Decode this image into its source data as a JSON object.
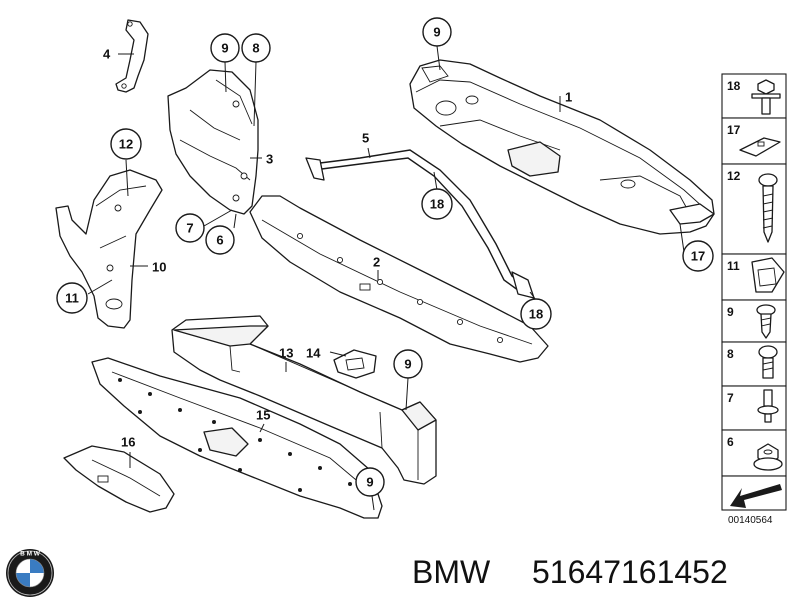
{
  "diagram": {
    "callouts": {
      "c9a": "9",
      "c8a": "8",
      "c9b": "9",
      "c5": "5",
      "c1": "1",
      "c4": "4",
      "c3": "3",
      "c12": "12",
      "c18a": "18",
      "c7": "7",
      "c6": "6",
      "c2": "2",
      "c10": "10",
      "c11": "11",
      "c17": "17",
      "c18b": "18",
      "c13": "13",
      "c14": "14",
      "c9c": "9",
      "c15": "15",
      "c16": "16",
      "c9d": "9"
    },
    "legend": [
      {
        "number": "18",
        "icon": "bolt-flange-icon"
      },
      {
        "number": "17",
        "icon": "clip-plate-icon"
      },
      {
        "number": "12",
        "icon": "long-screw-icon"
      },
      {
        "number": "11",
        "icon": "spring-nut-icon"
      },
      {
        "number": "9",
        "icon": "tapping-screw-icon"
      },
      {
        "number": "8",
        "icon": "hex-socket-screw-icon"
      },
      {
        "number": "7",
        "icon": "rivet-icon"
      },
      {
        "number": "6",
        "icon": "hex-nut-icon"
      },
      {
        "number": "",
        "icon": "arrow-shape-icon"
      }
    ],
    "document_number": "00140564"
  },
  "footer": {
    "brand": "BMW",
    "part_number": "51647161452",
    "logo_icon": "bmw-roundel-icon"
  }
}
